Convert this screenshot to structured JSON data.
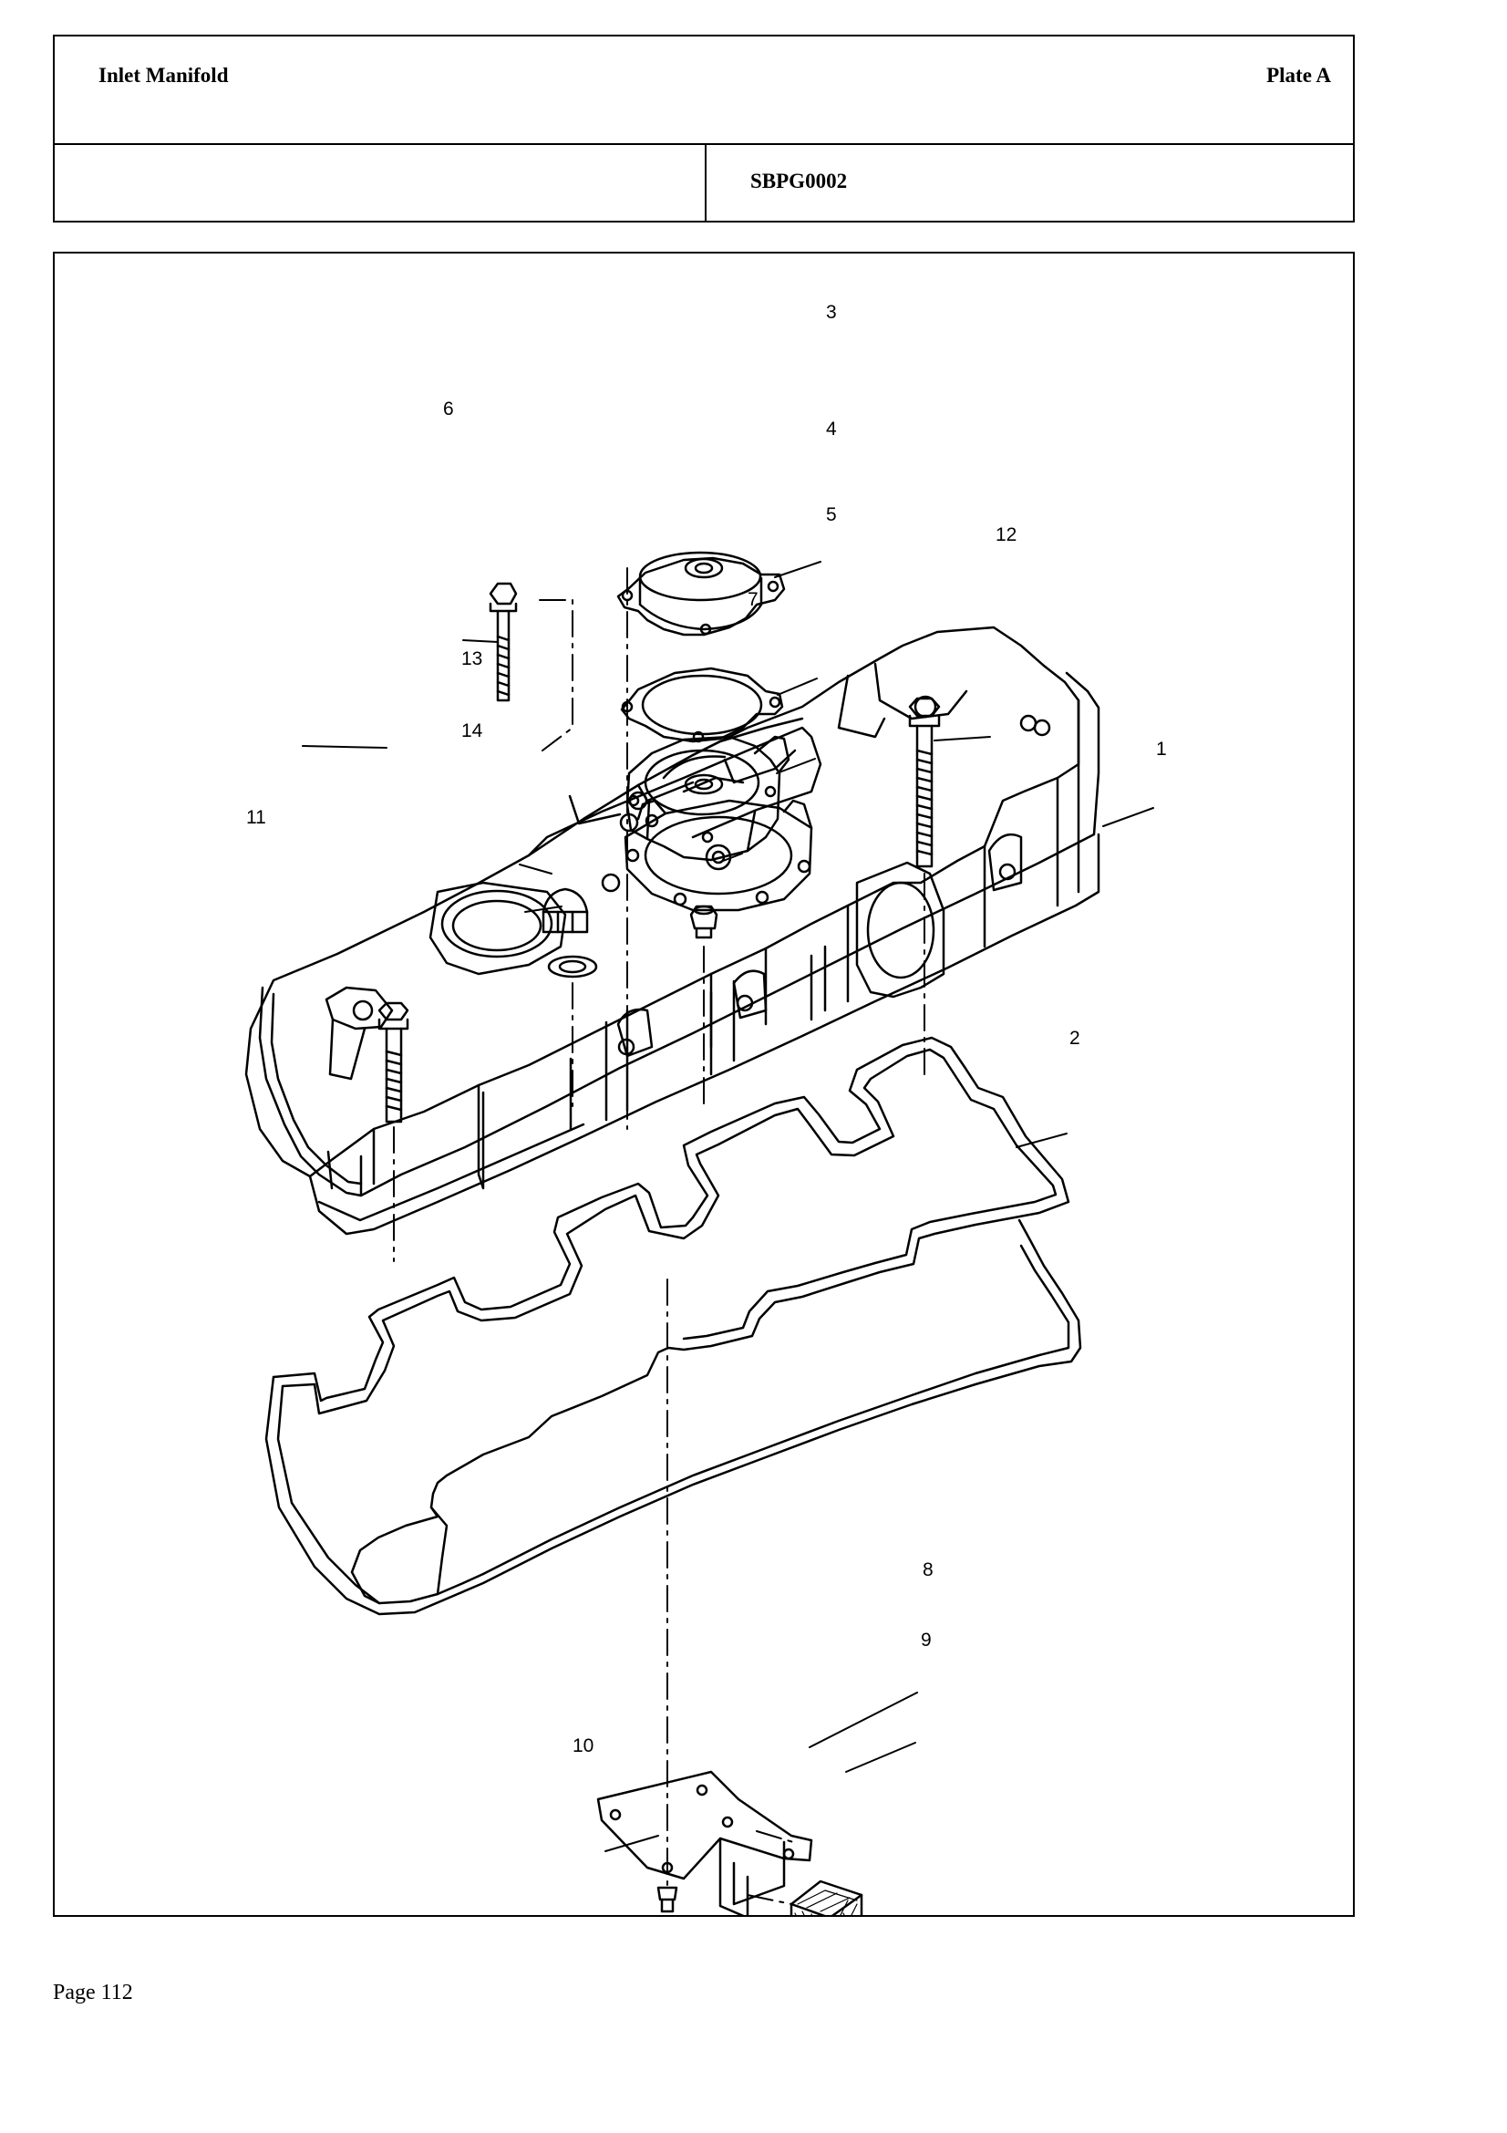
{
  "header": {
    "title": "Inlet Manifold",
    "plate": "Plate A",
    "ref_code": "SBPG0002"
  },
  "diagram": {
    "callouts": [
      "1",
      "2",
      "3",
      "4",
      "5",
      "6",
      "7",
      "8",
      "9",
      "10",
      "11",
      "12",
      "13",
      "14"
    ]
  },
  "footer": {
    "page": "Page 112"
  }
}
